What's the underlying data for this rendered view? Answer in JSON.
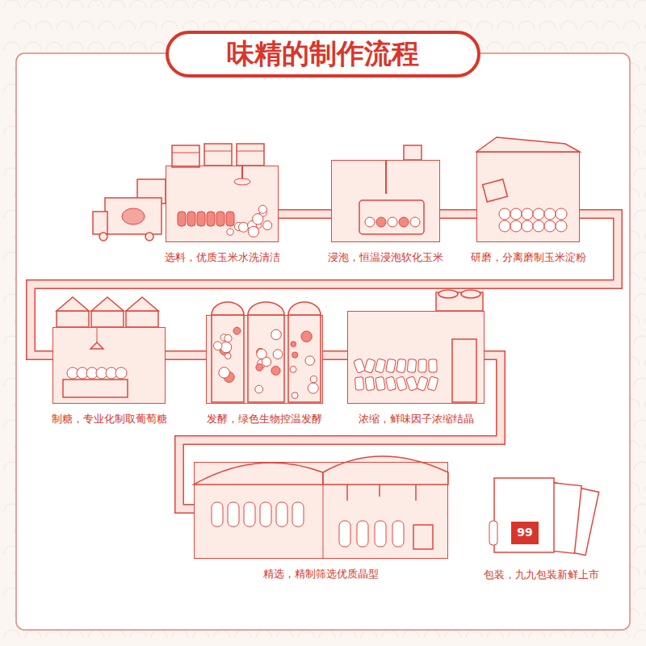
{
  "diagram": {
    "title": "味精的制作流程",
    "nodes": [
      {
        "text": [
          "选料，优质玉米水洗清洁"
        ]
      },
      {
        "text": [
          "浸泡，恒温浸泡软化玉米"
        ]
      },
      {
        "text": [
          "研磨，分离磨制玉米淀粉"
        ]
      },
      {
        "text": [
          "制糖，专业化制取葡萄糖"
        ]
      },
      {
        "text": [
          "发酵，绿色生物控温发酵"
        ]
      },
      {
        "text": [
          "浓缩，鲜味因子浓缩结晶"
        ]
      },
      {
        "text": [
          "精选，精制筛选优质晶型"
        ]
      },
      {
        "text": [
          "包装，九九包装新鲜上市"
        ]
      }
    ],
    "edges": [
      {
        "from": 0,
        "to": 1,
        "arrow": "none"
      },
      {
        "from": 1,
        "to": 2,
        "arrow": "none"
      },
      {
        "from": 2,
        "to": 3,
        "arrow": "none"
      },
      {
        "from": 3,
        "to": 4,
        "arrow": "none"
      },
      {
        "from": 4,
        "to": 5,
        "arrow": "none"
      },
      {
        "from": 5,
        "to": 6,
        "arrow": "none"
      }
    ],
    "labels": [
      "99"
    ]
  }
}
